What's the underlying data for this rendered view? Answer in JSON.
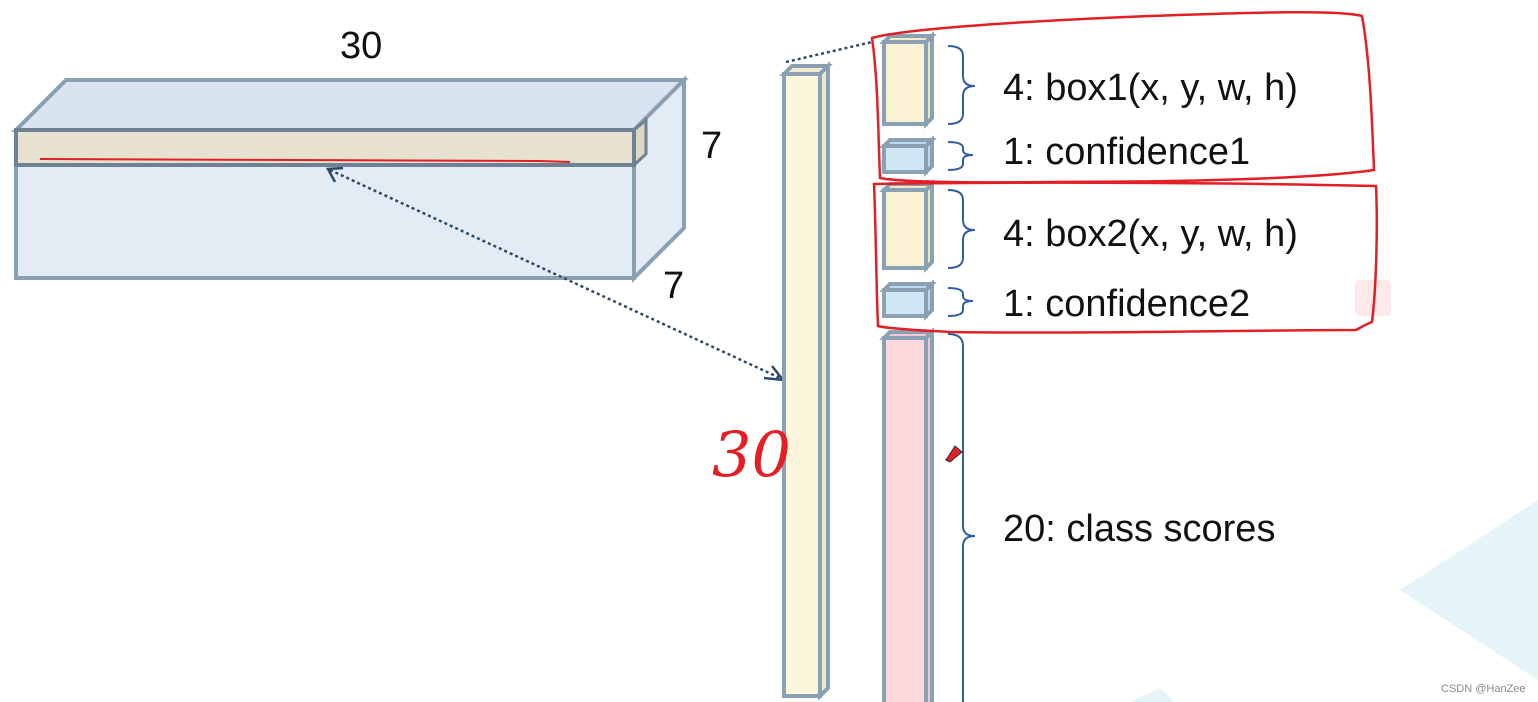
{
  "tensor": {
    "width_label": "30",
    "height_label": "7",
    "depth_label": "7"
  },
  "vector": {
    "length_label": "30"
  },
  "entries": [
    {
      "label": "4: box1(x, y, w, h)",
      "kind": "box"
    },
    {
      "label": "1: confidence1",
      "kind": "confidence"
    },
    {
      "label": "4: box2(x, y, w, h)",
      "kind": "box"
    },
    {
      "label": "1: confidence2",
      "kind": "confidence"
    },
    {
      "label": "20: class scores",
      "kind": "class"
    }
  ],
  "colors": {
    "outline": "#8aa0b3",
    "tensor_face": "#e3ebf5",
    "tensor_top": "#d9e4f1",
    "slice": "#e6e2cf",
    "vector_fill": "#fdf6dc",
    "box_fill": "#fbf1d4",
    "confidence_fill": "#cfe6f4",
    "class_fill": "#fcd7dc",
    "annotation_red": "#e31e24",
    "arrow": "#2e4a6b"
  },
  "watermark": "CSDN @HanZee"
}
